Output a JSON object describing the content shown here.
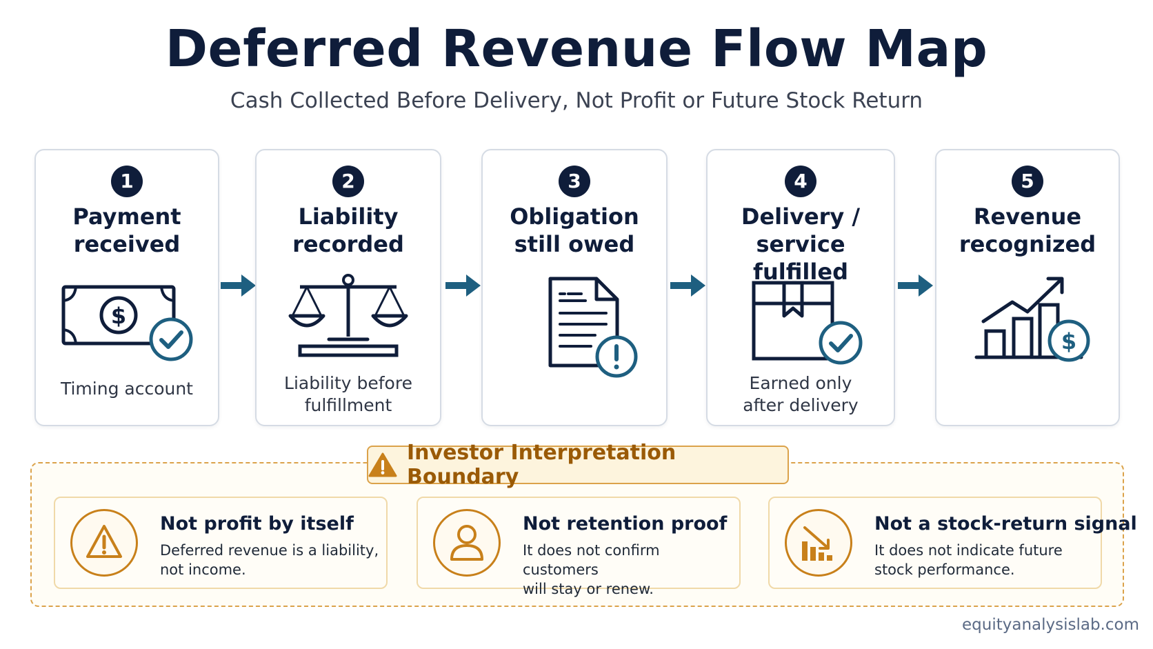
{
  "title": "Deferred Revenue Flow Map",
  "subtitle": "Cash Collected Before Delivery, Not Profit or Future Stock Return",
  "steps": [
    {
      "number": "1",
      "title": "Payment\nreceived",
      "caption": "Timing account",
      "icon": "cash-check-icon"
    },
    {
      "number": "2",
      "title": "Liability\nrecorded",
      "caption": "Liability before\nfulfillment",
      "icon": "scales-icon"
    },
    {
      "number": "3",
      "title": "Obligation\nstill owed",
      "caption": "",
      "icon": "document-alert-icon"
    },
    {
      "number": "4",
      "title": "Delivery /\nservice fulfilled",
      "caption": "Earned only\nafter delivery",
      "icon": "box-check-icon"
    },
    {
      "number": "5",
      "title": "Revenue\nrecognized",
      "caption": "",
      "icon": "growth-chart-dollar-icon"
    }
  ],
  "boundary": {
    "title": "Investor Interpretation Boundary",
    "notes": [
      {
        "title": "Not profit by itself",
        "text": "Deferred revenue is a liability,\nnot income.",
        "icon": "warning-icon"
      },
      {
        "title": "Not retention proof",
        "text": "It does not confirm customers\nwill stay or renew.",
        "icon": "person-icon"
      },
      {
        "title": "Not a stock-return signal",
        "text": "It does not indicate future\nstock performance.",
        "icon": "declining-chart-icon"
      }
    ]
  },
  "watermark": "equityanalysislab.com",
  "colors": {
    "navy": "#0f1d3a",
    "teal": "#1e5f80",
    "amber": "#c8801a",
    "amber_border": "#dba24a"
  }
}
